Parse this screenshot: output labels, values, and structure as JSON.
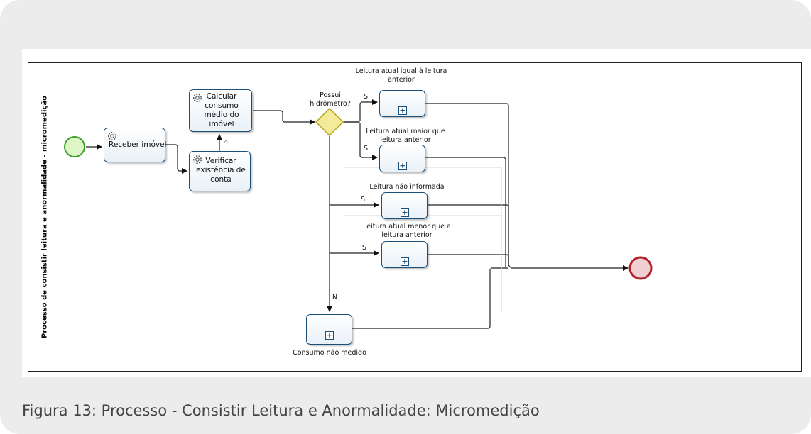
{
  "lane": {
    "title": "Processo de consistir leitura e anormalidade - micromedição"
  },
  "tasks": {
    "receber": "Receber imóvel",
    "verificar": "Verificar existência de conta",
    "calcular": "Calcular consumo médio do imóvel"
  },
  "gateway": {
    "label": "Possui hidrômetro?"
  },
  "subprocesses": {
    "igual": "Leitura atual igual à leitura anterior",
    "maior": "Leitura atual maior que leitura anterior",
    "nao_informada": "Leitura não informada",
    "menor": "Leitura atual menor que a leitura anterior",
    "nao_medido": "Consumo não medido"
  },
  "flow_labels": {
    "s": "S",
    "n": "N"
  },
  "colors": {
    "start": "#3aa02c",
    "end": "#b0232a",
    "task_border": "#1a4f7a",
    "gateway": "#e5d84a"
  },
  "caption": "Figura 13: Processo - Consistir Leitura e Anormalidade: Micromedição"
}
